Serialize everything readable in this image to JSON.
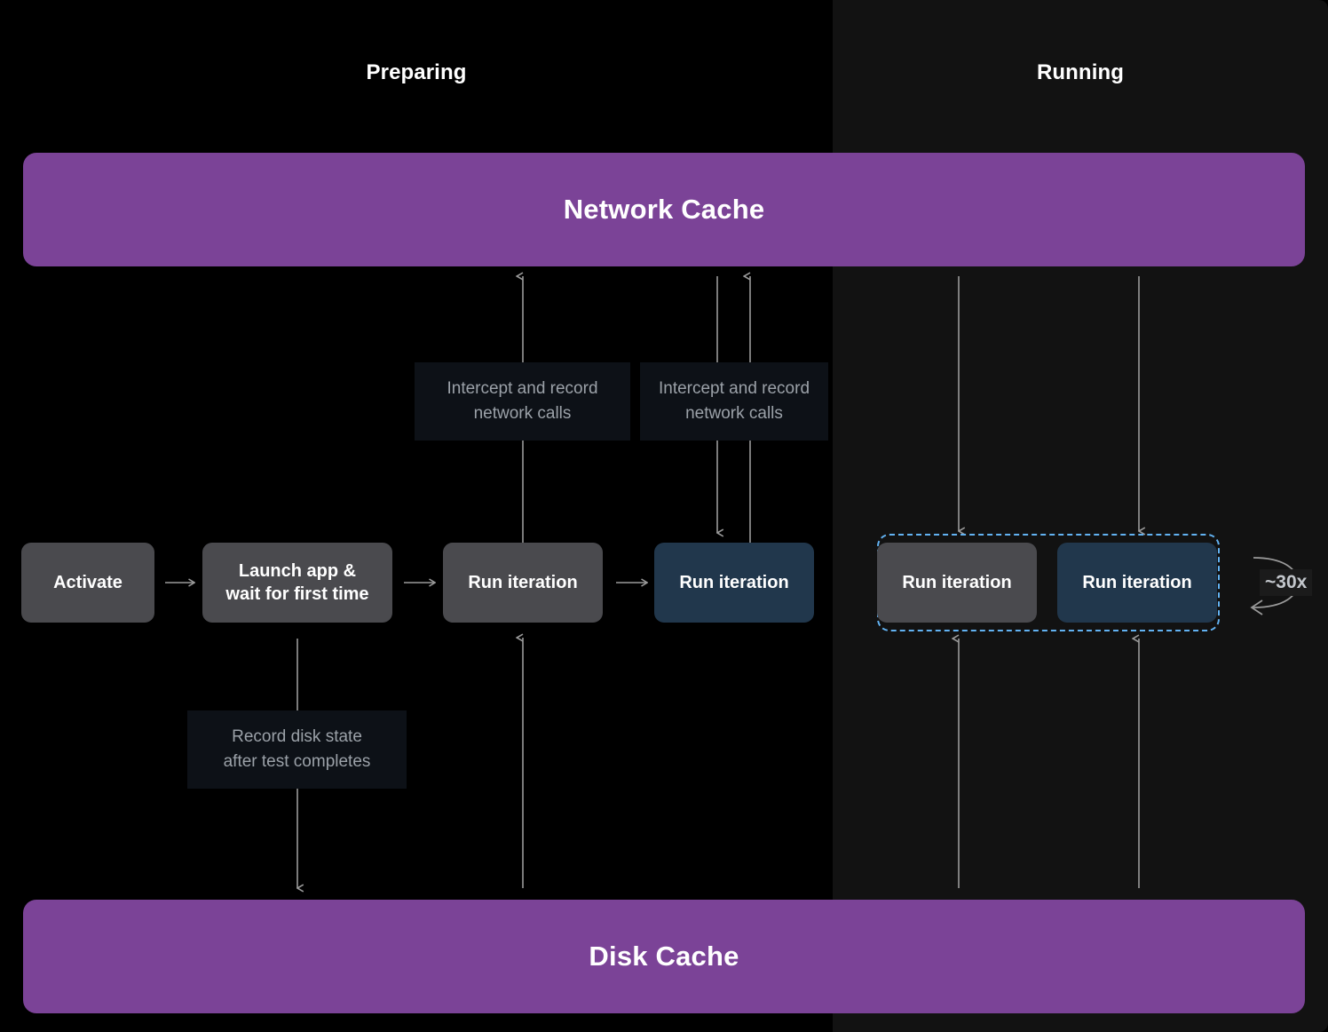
{
  "columns": {
    "preparing": {
      "label": "Preparing"
    },
    "running": {
      "label": "Running"
    }
  },
  "caches": {
    "network": {
      "label": "Network Cache"
    },
    "disk": {
      "label": "Disk Cache"
    }
  },
  "preparing_nodes": [
    {
      "id": "activate",
      "label": "Activate",
      "style": "gray"
    },
    {
      "id": "launch",
      "label": "Launch app & wait for first time",
      "line1": "Launch app &",
      "line2": "wait for first time",
      "style": "gray"
    },
    {
      "id": "prep-iter-1",
      "label": "Run iteration",
      "style": "gray"
    },
    {
      "id": "prep-iter-2",
      "label": "Run iteration",
      "style": "blue"
    }
  ],
  "running_nodes": [
    {
      "id": "run-iter-1",
      "label": "Run iteration",
      "style": "gray"
    },
    {
      "id": "run-iter-2",
      "label": "Run iteration",
      "style": "blue"
    }
  ],
  "annotations": {
    "intercept_1": {
      "line1": "Intercept and record",
      "line2": "network calls"
    },
    "intercept_2": {
      "line1": "Intercept and record",
      "line2": "network calls"
    },
    "disk_record": {
      "line1": "Record disk state",
      "line2": "after test completes"
    }
  },
  "loop": {
    "count_label": "~30x",
    "icon": "loop-arrow-icon"
  },
  "colors": {
    "cache_purple": "#7B4397",
    "node_gray": "#4A4A4E",
    "node_blue": "#21374C",
    "loop_dash": "#62B2F2",
    "connector": "#9A9A9A",
    "annotation_bg": "#0D1117",
    "annotation_text": "#9BA1A8",
    "bg_preparing": "#000000",
    "bg_running": "#121212"
  }
}
